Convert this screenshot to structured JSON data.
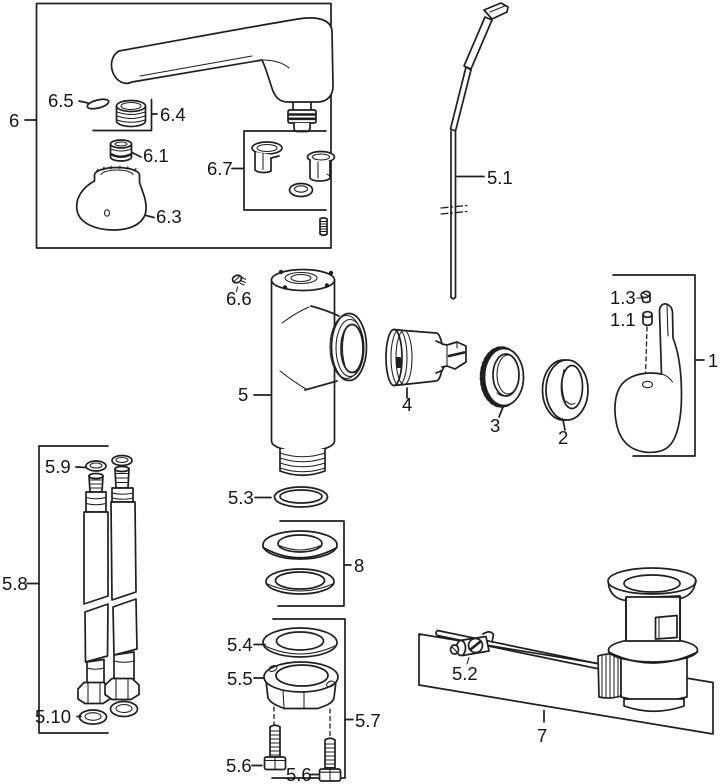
{
  "diagram": {
    "kind": "exploded-parts-diagram",
    "colors": {
      "background": "#ffffff",
      "line": "#1f1f1f",
      "text": "#141414"
    }
  },
  "labels": {
    "g6": "6",
    "p6_5": "6.5",
    "p6_4": "6.4",
    "p6_1": "6.1",
    "p6_3": "6.3",
    "p6_7": "6.7",
    "p6_6": "6.6",
    "p5_1": "5.1",
    "p5": "5",
    "p4": "4",
    "p3": "3",
    "p2": "2",
    "g1": "1",
    "p1_3": "1.3",
    "p1_1": "1.1",
    "p5_9": "5.9",
    "p5_8": "5.8",
    "p5_10": "5.10",
    "p5_3": "5.3",
    "g8": "8",
    "p5_4": "5.4",
    "p5_5": "5.5",
    "p5_6a": "5.6",
    "p5_6b": "5.6",
    "p5_7": "5.7",
    "g7": "7",
    "p5_2": "5.2"
  }
}
